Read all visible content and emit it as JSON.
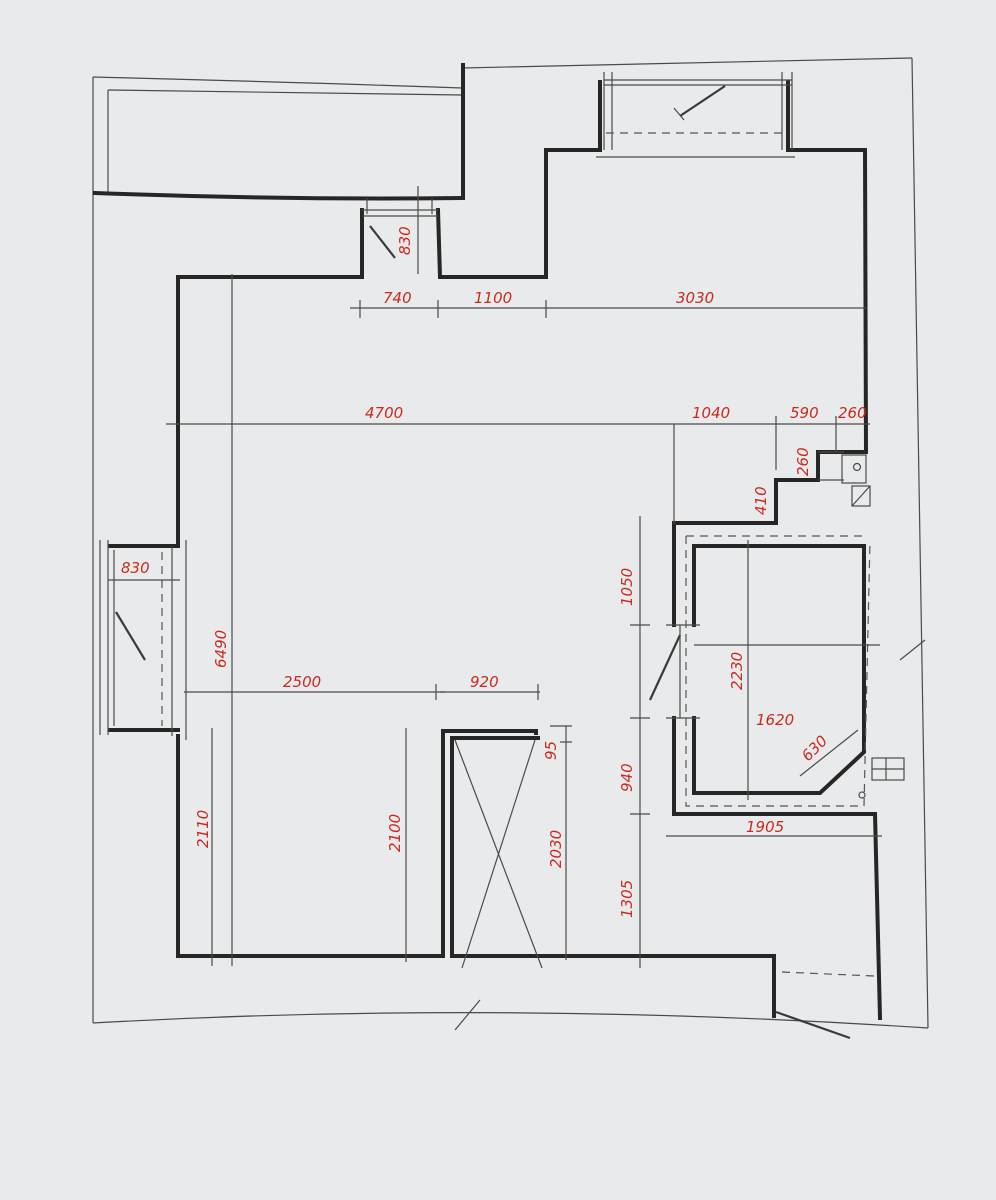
{
  "colors": {
    "paper": "#e9eaec",
    "ink": "#262626",
    "dimension_text": "#cc2a1f"
  },
  "dimensions": {
    "niche_window_height": "830",
    "niche_width": "740",
    "top_wall_segment": "1100",
    "top_right_segment": "3030",
    "left_span": "4700",
    "right_span_a": "1040",
    "right_span_b": "590",
    "right_span_c": "260",
    "step_height": "260",
    "step_depth": "410",
    "left_window_width": "830",
    "room_depth": "6490",
    "lower_left_span": "2500",
    "door_width": "920",
    "door_offset": "95",
    "bath_wall_upper": "1050",
    "bath_depth": "2230",
    "bath_width": "1620",
    "bath_chamfer": "630",
    "bath_wall_lower": "940",
    "bath_outer_width": "1905",
    "lower_left_wall": "2110",
    "door_height": "2100",
    "door_clear_height": "2030",
    "bottom_right_segment": "1305"
  }
}
